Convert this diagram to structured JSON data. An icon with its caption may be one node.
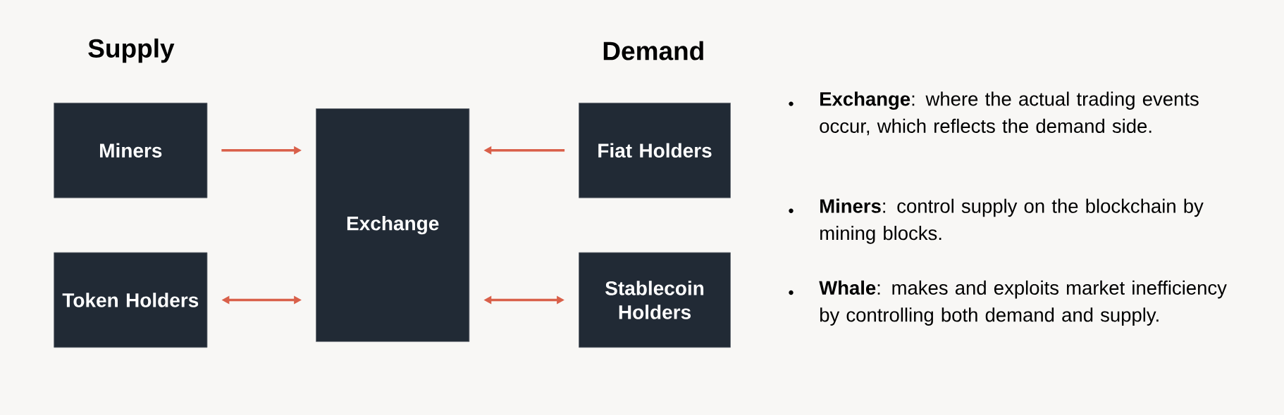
{
  "diagram": {
    "nodes": [
      {
        "text": [
          "Miners"
        ]
      },
      {
        "text": [
          "Token Holders"
        ]
      },
      {
        "text": [
          "Exchange"
        ]
      },
      {
        "text": [
          "Fiat Holders"
        ]
      },
      {
        "text": [
          "Stablecoin Holders"
        ]
      }
    ],
    "edges": [
      {
        "from": 0,
        "to": 2,
        "arrow": "to"
      },
      {
        "from": 1,
        "to": 2,
        "arrow": "both"
      },
      {
        "from": 3,
        "to": 2,
        "arrow": "to"
      },
      {
        "from": 4,
        "to": 2,
        "arrow": "both"
      }
    ],
    "labels": [
      "Supply",
      "Demand",
      "**Exchange**: where the actual trading events occur, which reflects the demand side.",
      "**Miners**: control supply on the blockchain by mining blocks.",
      "**Whale**: makes and exploits market inefficiency by controlling both demand and supply."
    ]
  }
}
